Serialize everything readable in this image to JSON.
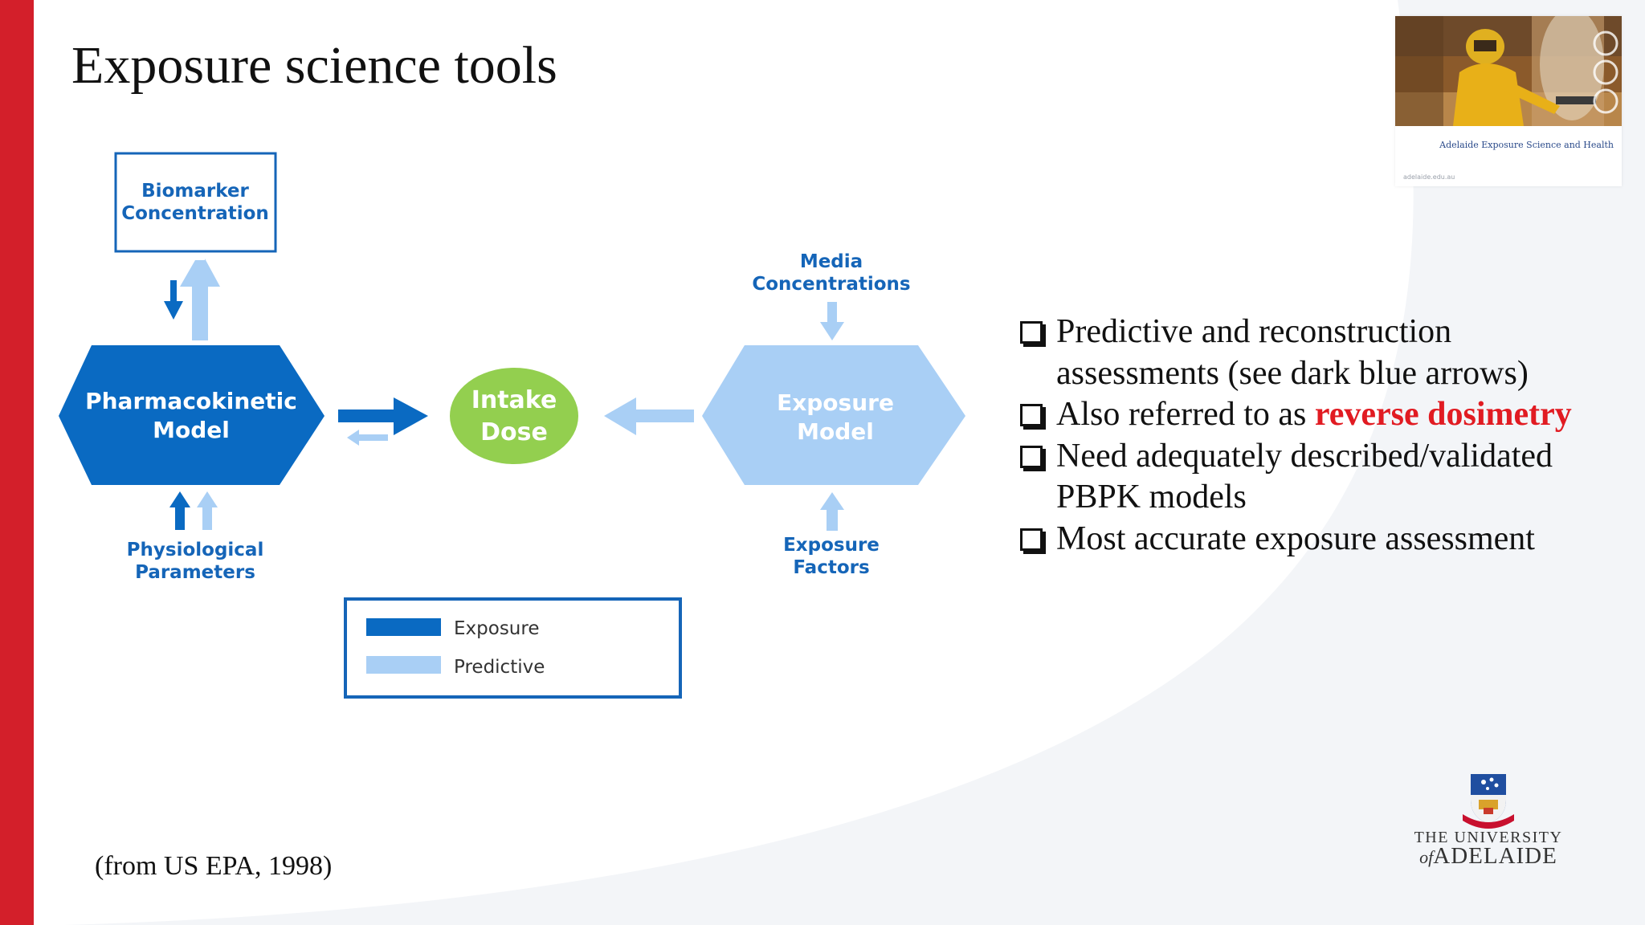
{
  "title": "Exposure science tools",
  "diagram": {
    "biomarker": [
      "Biomarker",
      "Concentration"
    ],
    "pk_model": [
      "Pharmacokinetic",
      "Model"
    ],
    "intake_dose": [
      "Intake",
      "Dose"
    ],
    "exposure_model": [
      "Exposure",
      "Model"
    ],
    "media": [
      "Media",
      "Concentrations"
    ],
    "exposure_factors": [
      "Exposure",
      "Factors"
    ],
    "physiological": [
      "Physiological",
      "Parameters"
    ],
    "legend": [
      "Exposure",
      "Predictive"
    ]
  },
  "bullets": [
    {
      "text": "Predictive and reconstruction assessments (see dark blue arrows)",
      "emphasis": ""
    },
    {
      "text": "Also referred to as ",
      "emphasis": "reverse dosimetry"
    },
    {
      "text": "Need adequately described/validated PBPK models",
      "emphasis": ""
    },
    {
      "text": "Most accurate exposure assessment",
      "emphasis": ""
    }
  ],
  "thumbnail": {
    "caption": "Adelaide Exposure Science and Health",
    "url": "adelaide.edu.au"
  },
  "source_note": "(from US EPA, 1998)",
  "logo": {
    "line1": "THE UNIVERSITY",
    "line2_prefix": "of",
    "line2": "ADELAIDE"
  },
  "colors": {
    "accent_red": "#d31f2a",
    "dark_blue": "#0a6ac2",
    "light_blue": "#a9cff5",
    "green": "#93cf4f",
    "label_blue": "#1565b8",
    "emphasis_red": "#e11b22"
  }
}
